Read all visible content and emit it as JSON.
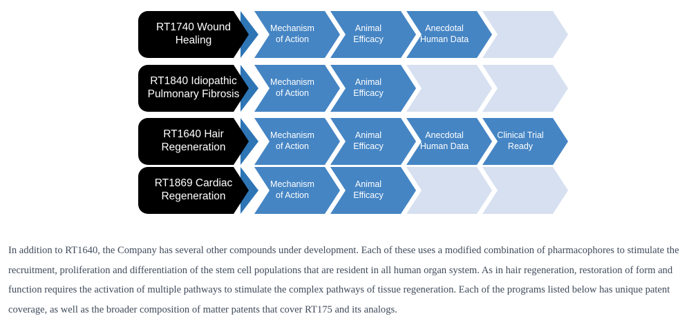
{
  "diagram": {
    "type": "pipeline-chevron",
    "colors": {
      "label_background": "#000000",
      "label_text": "#ffffff",
      "stage_active": "#4585c4",
      "stage_inactive": "#d6e0f0",
      "notch_shadow": "#2e75b6",
      "stage_text": "#ffffff",
      "page_background": "#ffffff",
      "body_text": "#3f4a5a"
    },
    "stage_names": [
      "Mechanism of Action",
      "Animal Efficacy",
      "Anecdotal Human Data",
      "Clinical Trial Ready"
    ],
    "rows": [
      {
        "label_line1": "RT1740 Wound",
        "label_line2": "Healing",
        "stages": [
          {
            "line1": "Mechanism",
            "line2": "of Action",
            "state": "active"
          },
          {
            "line1": "Animal",
            "line2": "Efficacy",
            "state": "active"
          },
          {
            "line1": "Anecdotal",
            "line2": "Human Data",
            "state": "active"
          },
          {
            "line1": "",
            "line2": "",
            "state": "inactive"
          }
        ]
      },
      {
        "label_line1": "RT1840 Idiopathic",
        "label_line2": "Pulmonary Fibrosis",
        "stages": [
          {
            "line1": "Mechanism",
            "line2": "of Action",
            "state": "active"
          },
          {
            "line1": "Animal",
            "line2": "Efficacy",
            "state": "active"
          },
          {
            "line1": "",
            "line2": "",
            "state": "inactive"
          },
          {
            "line1": "",
            "line2": "",
            "state": "inactive"
          }
        ]
      },
      {
        "label_line1": "RT1640 Hair",
        "label_line2": "Regeneration",
        "stages": [
          {
            "line1": "Mechanism",
            "line2": "of Action",
            "state": "active"
          },
          {
            "line1": "Animal",
            "line2": "Efficacy",
            "state": "active"
          },
          {
            "line1": "Anecdotal",
            "line2": "Human Data",
            "state": "active"
          },
          {
            "line1": "Clinical Trial",
            "line2": "Ready",
            "state": "active"
          }
        ]
      },
      {
        "label_line1": "RT1869 Cardiac",
        "label_line2": "Regeneration",
        "stages": [
          {
            "line1": "Mechanism",
            "line2": "of Action",
            "state": "active"
          },
          {
            "line1": "Animal",
            "line2": "Efficacy",
            "state": "active"
          },
          {
            "line1": "",
            "line2": "",
            "state": "inactive"
          },
          {
            "line1": "",
            "line2": "",
            "state": "inactive"
          }
        ]
      }
    ]
  },
  "body": {
    "paragraph": "In addition to RT1640, the Company has several other compounds under development. Each of these uses a modified combination of pharmacophores to stimulate the recruitment, proliferation and  differentiation of the stem cell populations that are resident in all human organ system.  As in hair regeneration, restoration of form and function requires the activation of multiple pathways to stimulate the complex pathways of tissue regeneration.  Each of the programs listed below has unique patent  coverage, as well as the broader composition of matter patents that cover RT175 and its analogs."
  }
}
